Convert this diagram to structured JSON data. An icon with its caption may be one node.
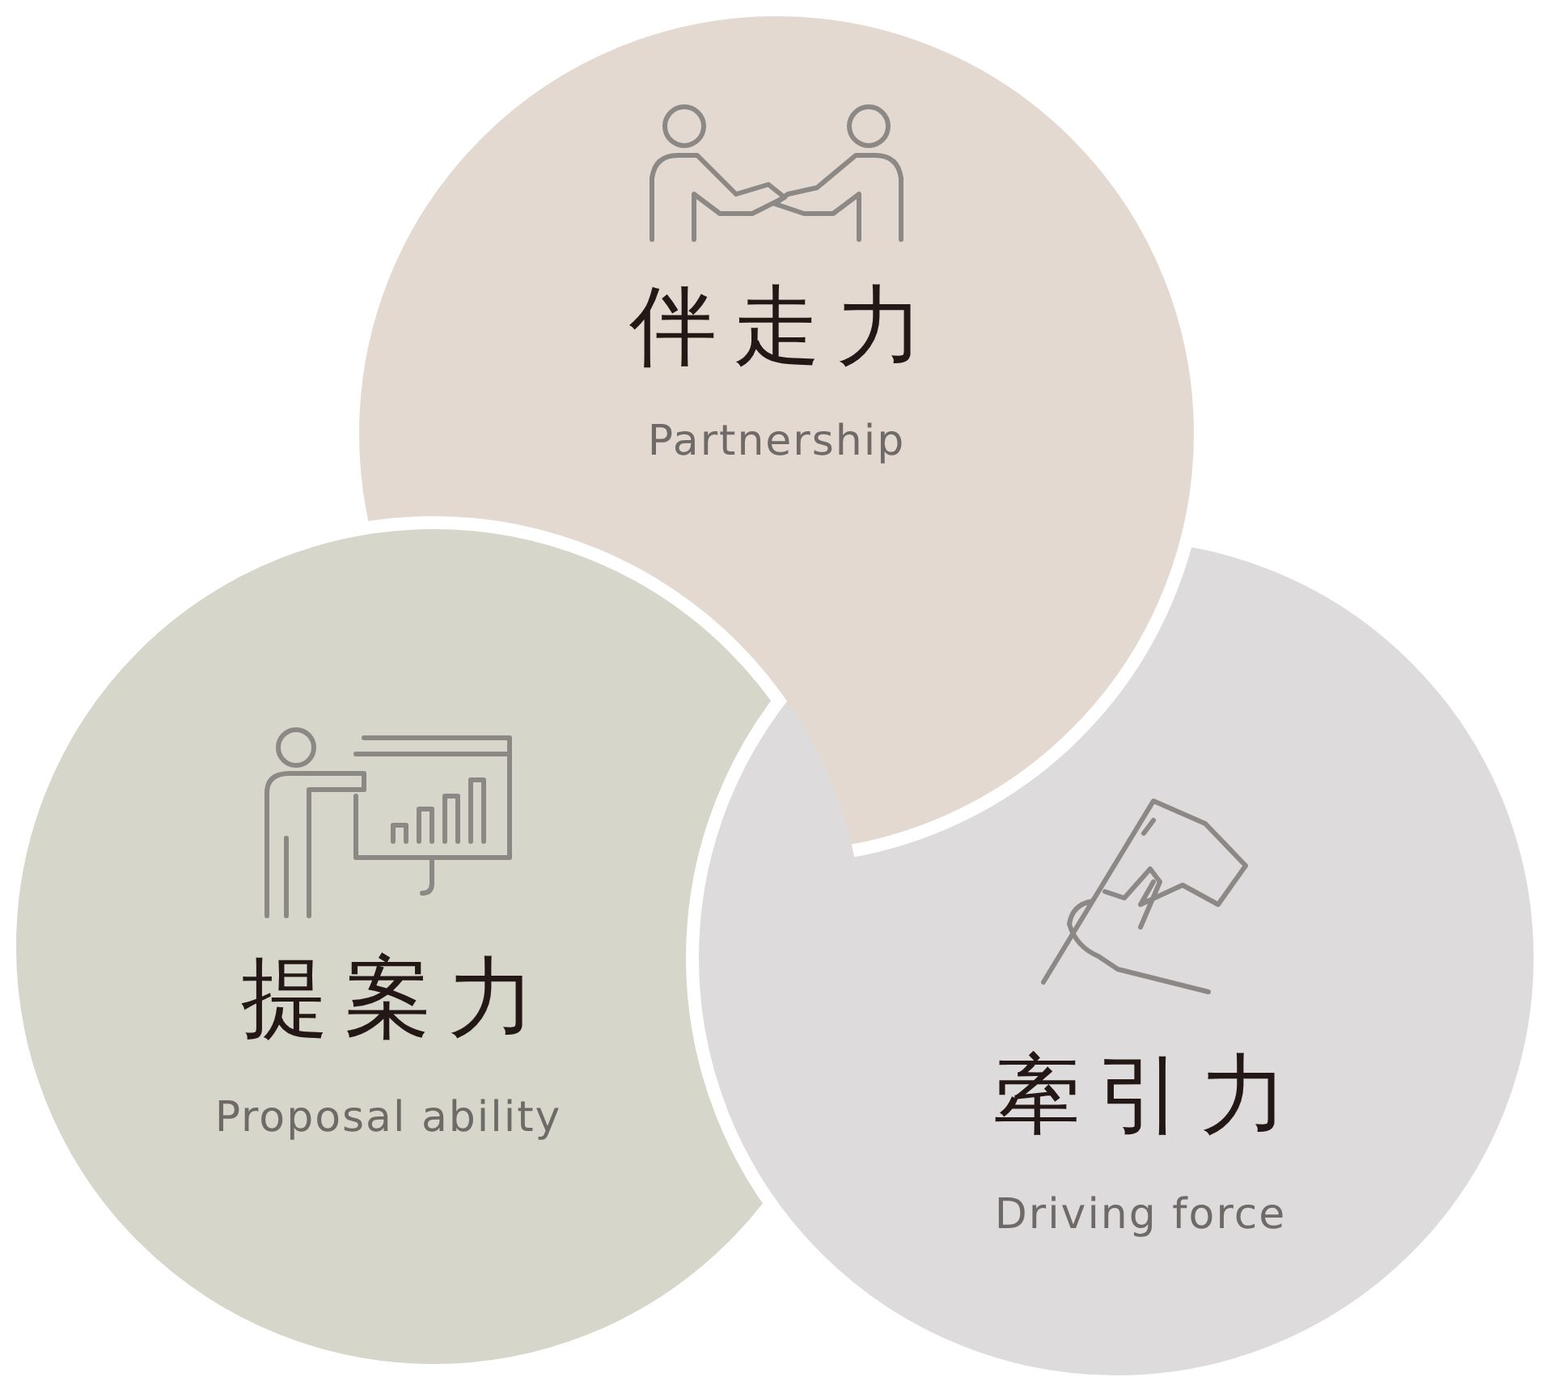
{
  "diagram": {
    "nodes": [
      {
        "text": [
          "伴走力",
          "Partnership"
        ]
      },
      {
        "text": [
          "提案力",
          "Proposal ability"
        ]
      },
      {
        "text": [
          "牽引力",
          "Driving force"
        ]
      }
    ]
  }
}
